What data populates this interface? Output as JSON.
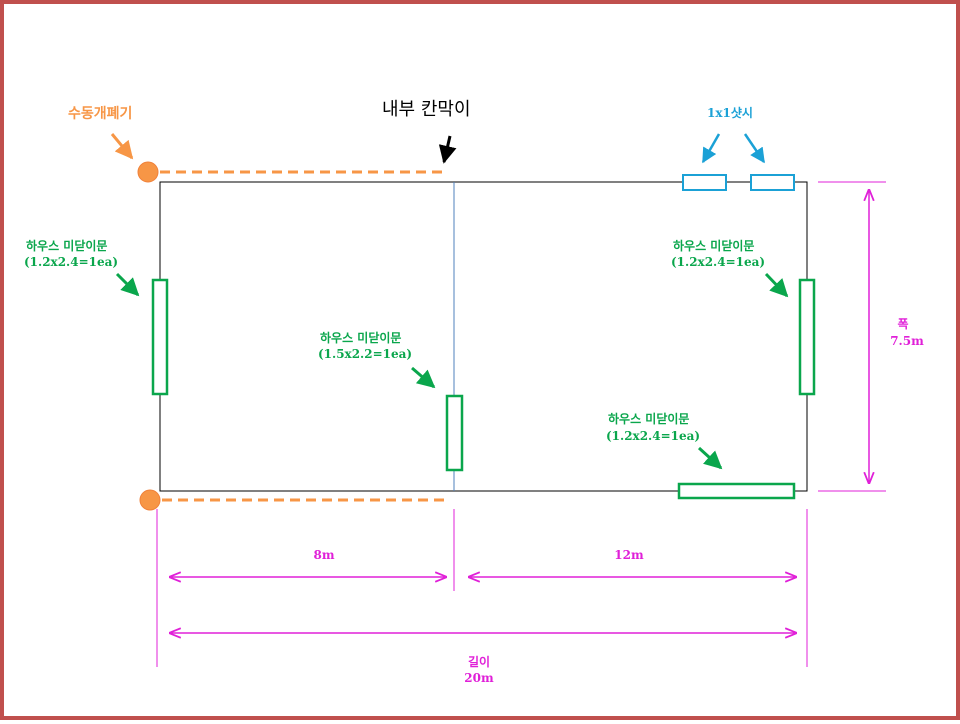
{
  "colors": {
    "frame": "#c0504d",
    "orange": "#f79646",
    "blue": "#1ba1d6",
    "green": "#0aa64c",
    "magenta": "#e020d8",
    "divider": "#4f81bd",
    "outline": "#000000"
  },
  "labels": {
    "manual_opener": "수동개폐기",
    "internal_partition": "내부 칸막이",
    "sash": "1x1샷시",
    "door_left_title": "하우스 미닫이문",
    "door_left_spec": "(1.2x2.4=1ea)",
    "door_center_title": "하우스 미닫이문",
    "door_center_spec": "(1.5x2.2=1ea)",
    "door_right_title": "하우스 미닫이문",
    "door_right_spec": "(1.2x2.4=1ea)",
    "door_bottom_title": "하우스 미닫이문",
    "door_bottom_spec": "(1.2x2.4=1ea)",
    "dim_left": "8m",
    "dim_right": "12m",
    "length_label": "길이",
    "length_value": "20m",
    "width_label": "폭",
    "width_value": "7.5m"
  }
}
